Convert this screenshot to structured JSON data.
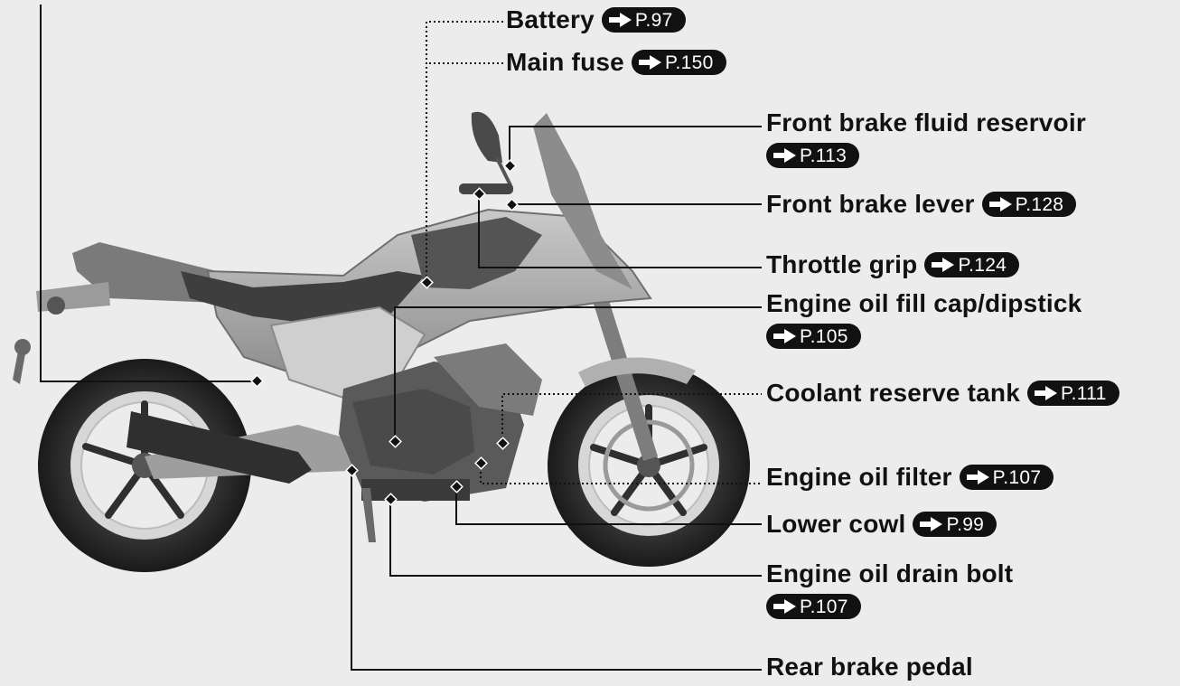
{
  "callouts": [
    {
      "id": "battery",
      "label": "Battery",
      "page": "P.97"
    },
    {
      "id": "main-fuse",
      "label": "Main fuse",
      "page": "P.150"
    },
    {
      "id": "front-brake-fluid-reservoir",
      "label": "Front brake fluid reservoir",
      "page": "P.113"
    },
    {
      "id": "front-brake-lever",
      "label": "Front brake lever",
      "page": "P.128"
    },
    {
      "id": "throttle-grip",
      "label": "Throttle grip",
      "page": "P.124"
    },
    {
      "id": "engine-oil-fill-cap",
      "label": "Engine oil fill cap/dipstick",
      "page": "P.105"
    },
    {
      "id": "coolant-reserve-tank",
      "label": "Coolant reserve tank",
      "page": "P.111"
    },
    {
      "id": "engine-oil-filter",
      "label": "Engine oil filter",
      "page": "P.107"
    },
    {
      "id": "lower-cowl",
      "label": "Lower cowl",
      "page": "P.99"
    },
    {
      "id": "engine-oil-drain-bolt",
      "label": "Engine oil drain bolt",
      "page": "P.107"
    },
    {
      "id": "rear-brake-pedal",
      "label": "Rear brake pedal",
      "page": ""
    }
  ],
  "colors": {
    "background": "#ececec",
    "text": "#111111",
    "badge": "#111111",
    "badge_text": "#ffffff"
  },
  "icons": {
    "reference": "right-arrow-icon"
  }
}
